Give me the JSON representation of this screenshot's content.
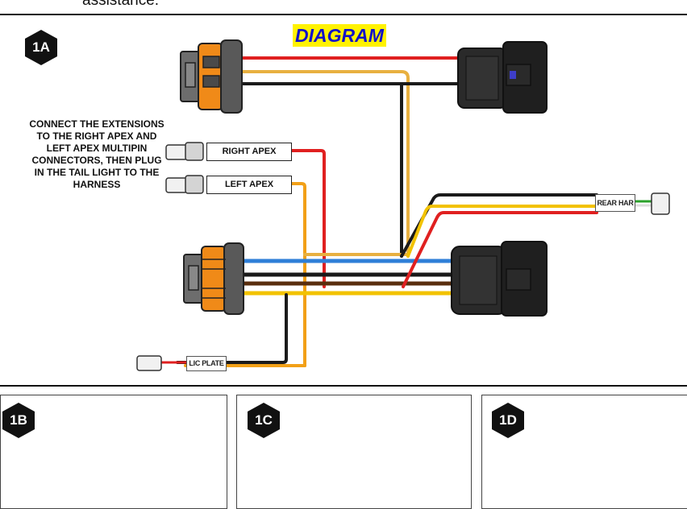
{
  "header": {
    "fragment": "assistance."
  },
  "diagram": {
    "badge": "1A",
    "title": "DIAGRAM",
    "instructions": "CONNECT THE EXTENSIONS TO THE RIGHT APEX AND LEFT APEX MULTIPIN CONNECTORS, THEN PLUG IN THE TAIL LIGHT TO THE HARNESS",
    "labels": {
      "right_apex": "RIGHT APEX",
      "left_apex": "LEFT APEX",
      "rear_har": "REAR HAR",
      "lic_plate": "LIC PLATE"
    },
    "wire_colors": {
      "red": "#e02020",
      "black": "#1a1a1a",
      "orange": "#f2a017",
      "blue": "#2f7fd8",
      "brown": "#5a2e0e",
      "yellow": "#f2c200",
      "green": "#2aa02a"
    }
  },
  "panels": [
    {
      "badge": "1B"
    },
    {
      "badge": "1C"
    },
    {
      "badge": "1D"
    }
  ]
}
